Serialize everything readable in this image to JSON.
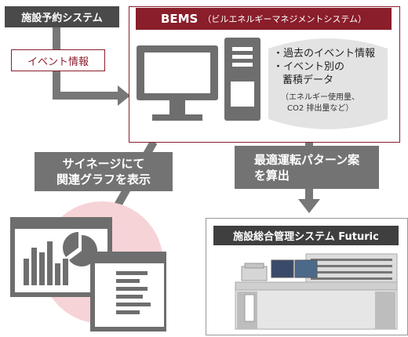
{
  "facility_system": "施設予約システム",
  "event_info": "イベント情報",
  "bems": {
    "title": "BEMS",
    "subtitle": "（ビルエネルギーマネジメントシステム）",
    "bullets": [
      "・過去のイベント情報",
      "・イベント別の",
      "蓄積データ"
    ],
    "note_line1": "（エネルギー使用量、",
    "note_line2": "CO2 排出量など）"
  },
  "signage_label": {
    "line1": "サイネージにて",
    "line2": "関連グラフを表示"
  },
  "optimal_label": {
    "line1": "最適運転パターン案",
    "line2": "を算出"
  },
  "futuric_label": "施設総合管理システム Futuric",
  "colors": {
    "accent": "#8a1e2b",
    "dark": "#4a4a4a",
    "mid_gray": "#737373",
    "pink": "#f6d3d6"
  }
}
